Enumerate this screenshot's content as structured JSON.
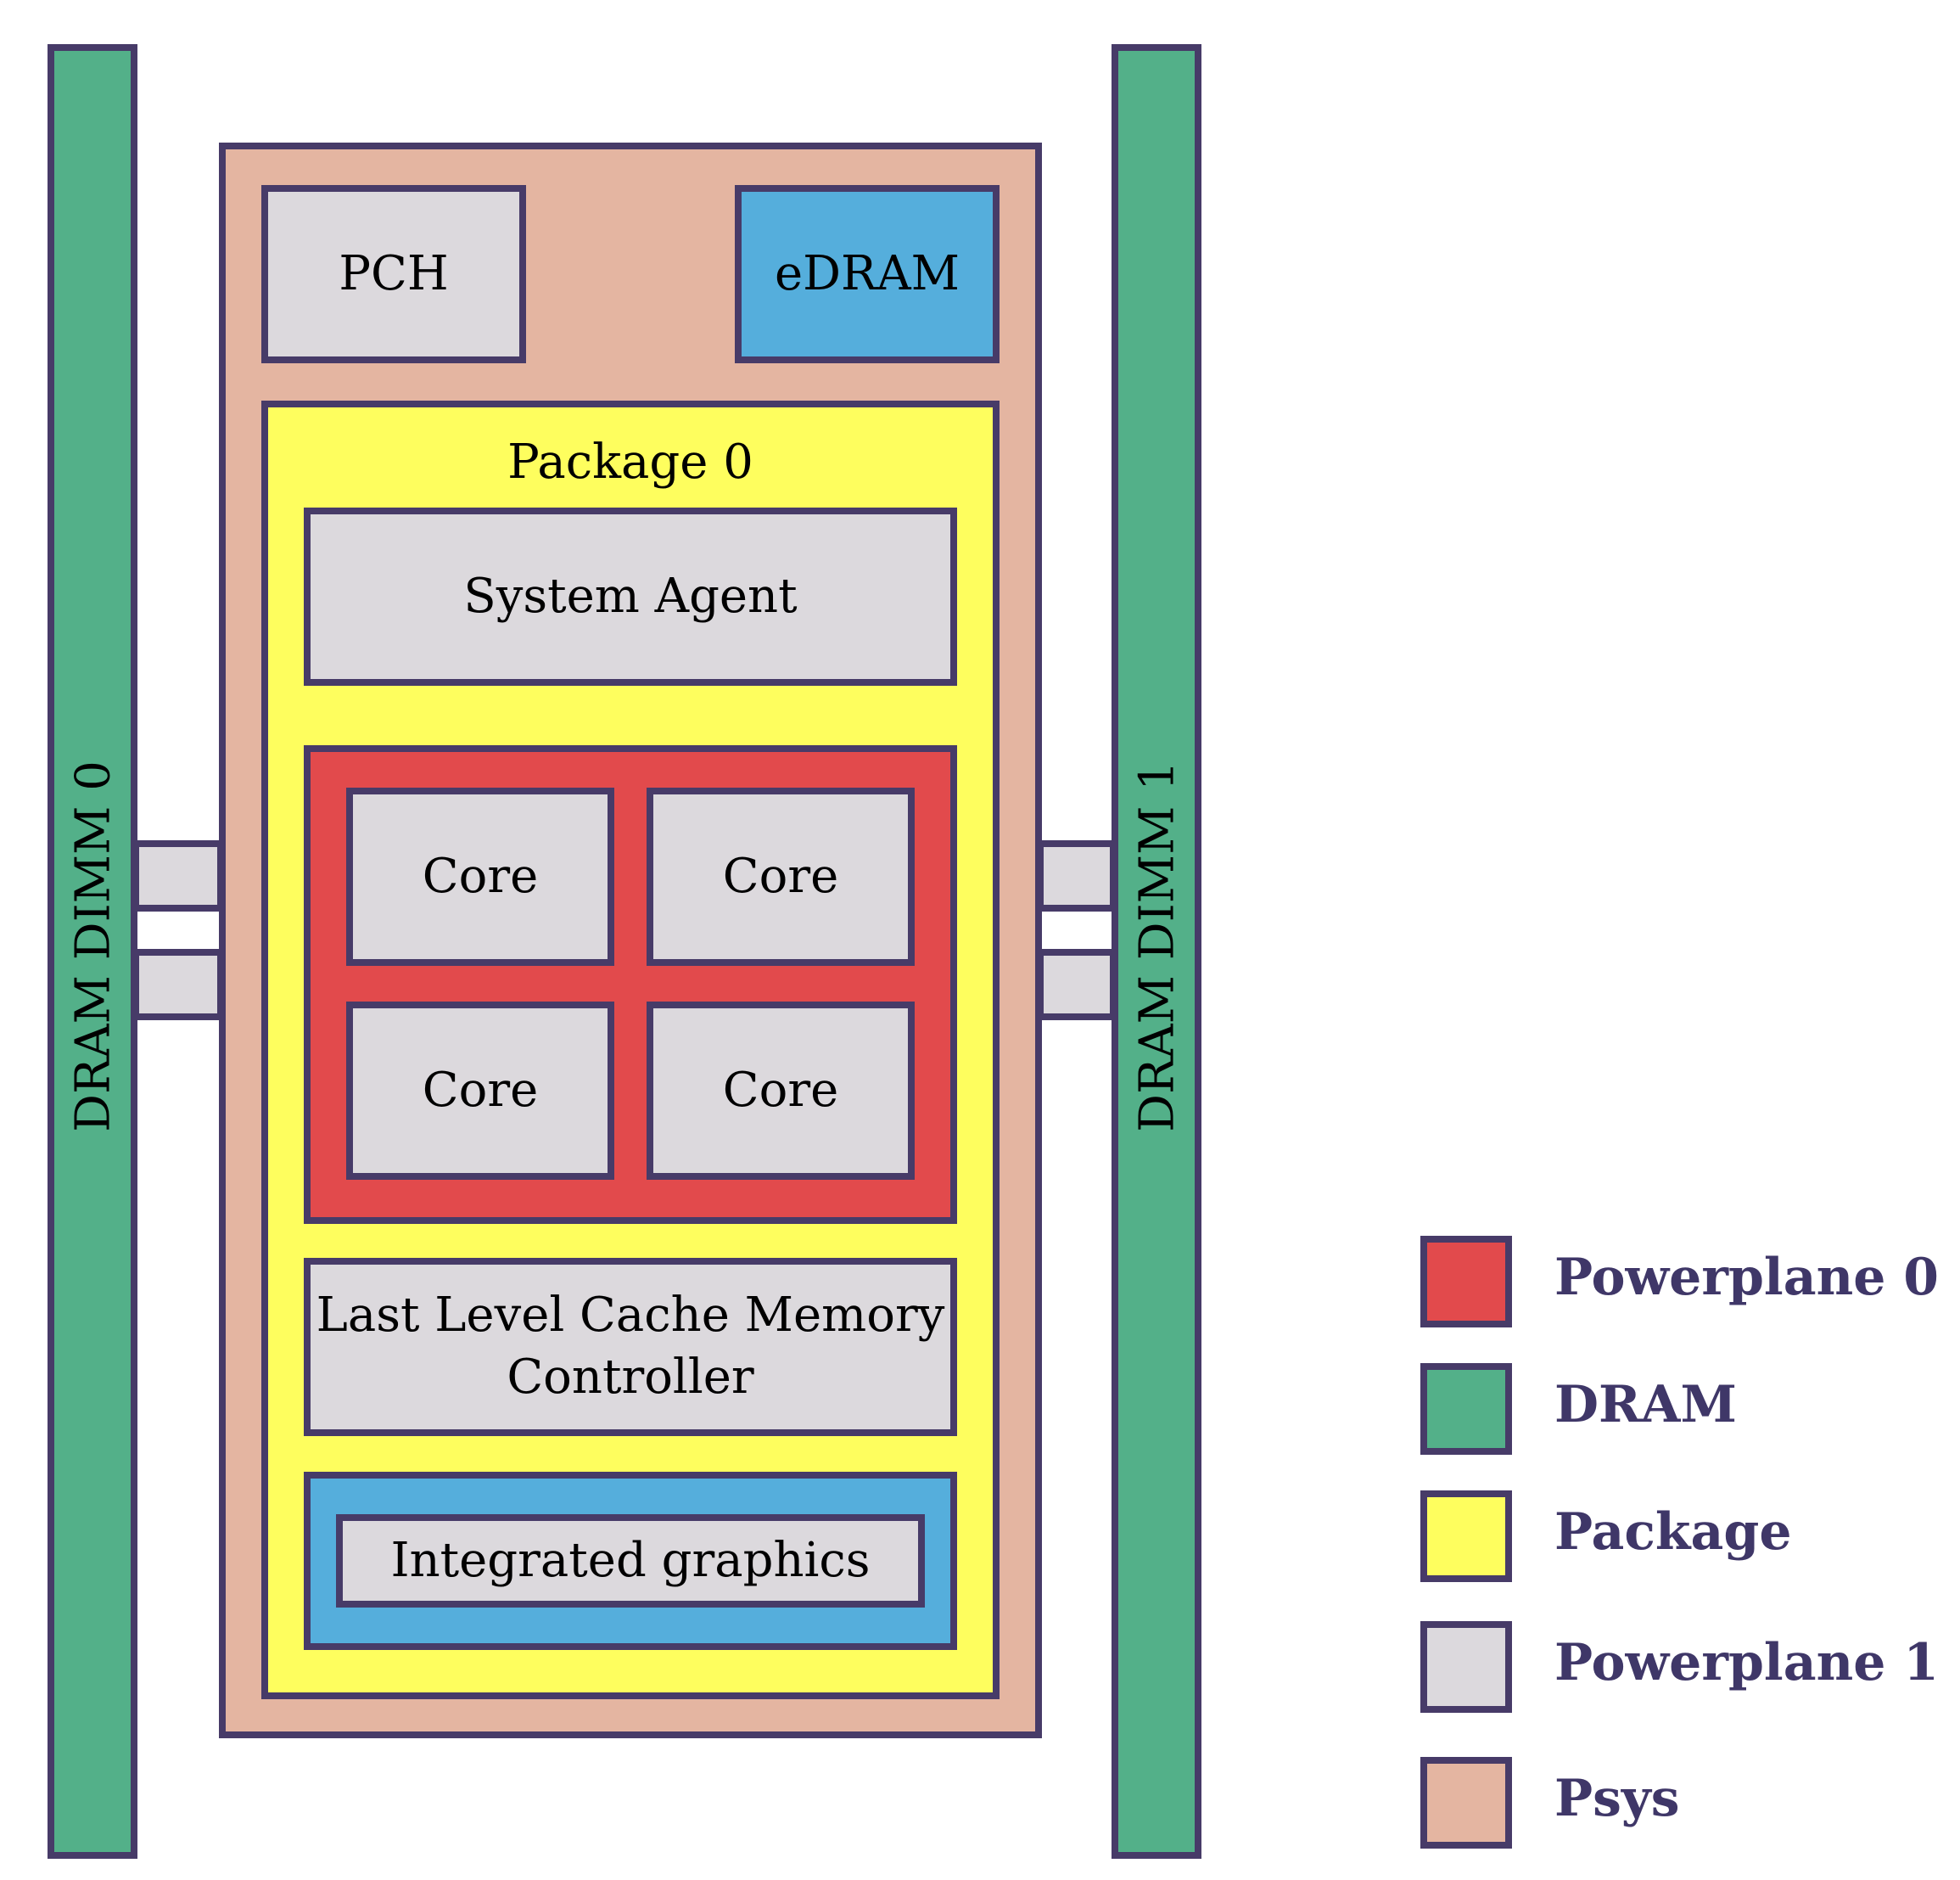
{
  "colors": {
    "border": "#473b68",
    "powerplane0": "#e24a4c",
    "dram": "#53b089",
    "package": "#fefe5e",
    "powerplane1": "#dcd9dd",
    "psys": "#e4b5a1",
    "edram": "#55aedc",
    "legend_text": "#3f3768"
  },
  "diagram": {
    "dimm_left": "DRAM DIMM 0",
    "dimm_right": "DRAM DIMM 1",
    "pch": "PCH",
    "edram": "eDRAM",
    "package_title": "Package 0",
    "system_agent": "System Agent",
    "cores": [
      "Core",
      "Core",
      "Core",
      "Core"
    ],
    "llc_line1": "Last Level Cache Memory",
    "llc_line2": "Controller",
    "igpu": "Integrated graphics"
  },
  "legend": [
    {
      "label": "Powerplane 0",
      "color": "#e24a4c"
    },
    {
      "label": "DRAM",
      "color": "#53b089"
    },
    {
      "label": "Package",
      "color": "#fefe5e"
    },
    {
      "label": "Powerplane 1",
      "color": "#dcd9dd"
    },
    {
      "label": "Psys",
      "color": "#e4b5a1"
    }
  ]
}
